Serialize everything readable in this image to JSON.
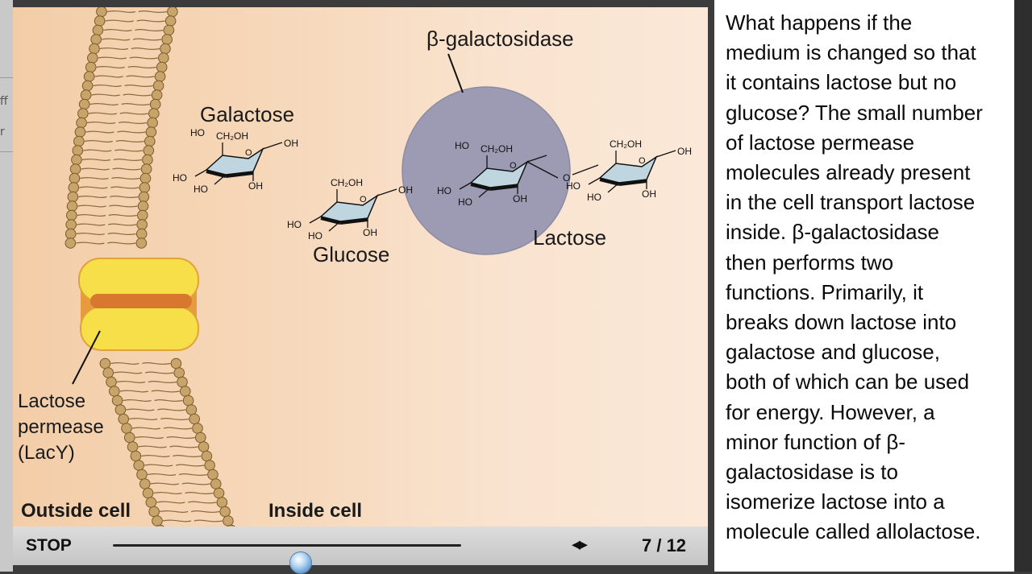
{
  "margin_fragments": [
    "ff",
    "r"
  ],
  "labels": {
    "galactose": "Galactose",
    "glucose": "Glucose",
    "lactose": "Lactose",
    "enzyme": "β-galactosidase",
    "permease": "Lactose permease (LacY)",
    "outside": "Outside cell",
    "inside": "Inside cell"
  },
  "molecule_text": {
    "ho": "HO",
    "oh": "OH",
    "ch2oh": "CH₂OH",
    "o": "O"
  },
  "controls": {
    "stop_label": "STOP",
    "nav_arrows": "◂▸",
    "page_counter": "7 / 12",
    "progress_fraction": 0.54
  },
  "description": {
    "lines": [
      "What happens if the",
      "medium is changed so that",
      "it contains lactose but no",
      "glucose? The small number",
      "of lactose permease",
      "molecules already present",
      "in the cell transport lactose",
      "inside. β-galactosidase",
      "then performs two",
      "functions. Primarily, it",
      "breaks down lactose into",
      "galactose and glucose,",
      "both of which can be used",
      "for energy. However, a",
      "minor function of β-",
      "galactosidase is to",
      "isomerize lactose into a",
      "molecule called allolactose."
    ]
  },
  "colors": {
    "membrane_head": "#c8a46a",
    "membrane_tail": "#8a6a3c",
    "permease": "#f7df4a",
    "enzyme_circle": "#9d9bb3",
    "ring_face": "#bfd6e0"
  }
}
